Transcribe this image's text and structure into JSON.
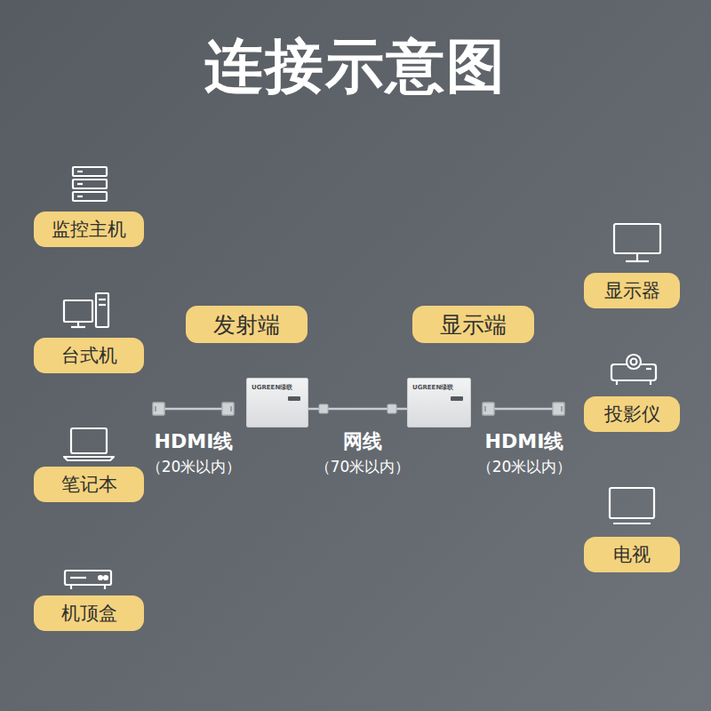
{
  "diagram": {
    "title": "连接示意图",
    "nodes": [
      {
        "text": [
          "监控主机"
        ]
      },
      {
        "text": [
          "显示器"
        ]
      },
      {
        "text": [
          "发射端"
        ]
      },
      {
        "text": [
          "显示端"
        ]
      },
      {
        "text": [
          "台式机"
        ]
      },
      {
        "text": [
          "UGREEN绿联"
        ]
      },
      {
        "text": [
          "UGREEN绿联"
        ]
      },
      {
        "text": [
          "投影仪"
        ]
      },
      {
        "text": [
          "笔记本"
        ]
      },
      {
        "text": [
          "电视"
        ]
      },
      {
        "text": [
          "机顶盒"
        ]
      }
    ],
    "edges": [
      {
        "from": 5,
        "to": 6,
        "arrow": "none"
      }
    ],
    "labels": [
      "HDMI线",
      "（20米以内）",
      "网线",
      "（70米以内）",
      "HDMI线",
      "（20米以内）"
    ]
  }
}
